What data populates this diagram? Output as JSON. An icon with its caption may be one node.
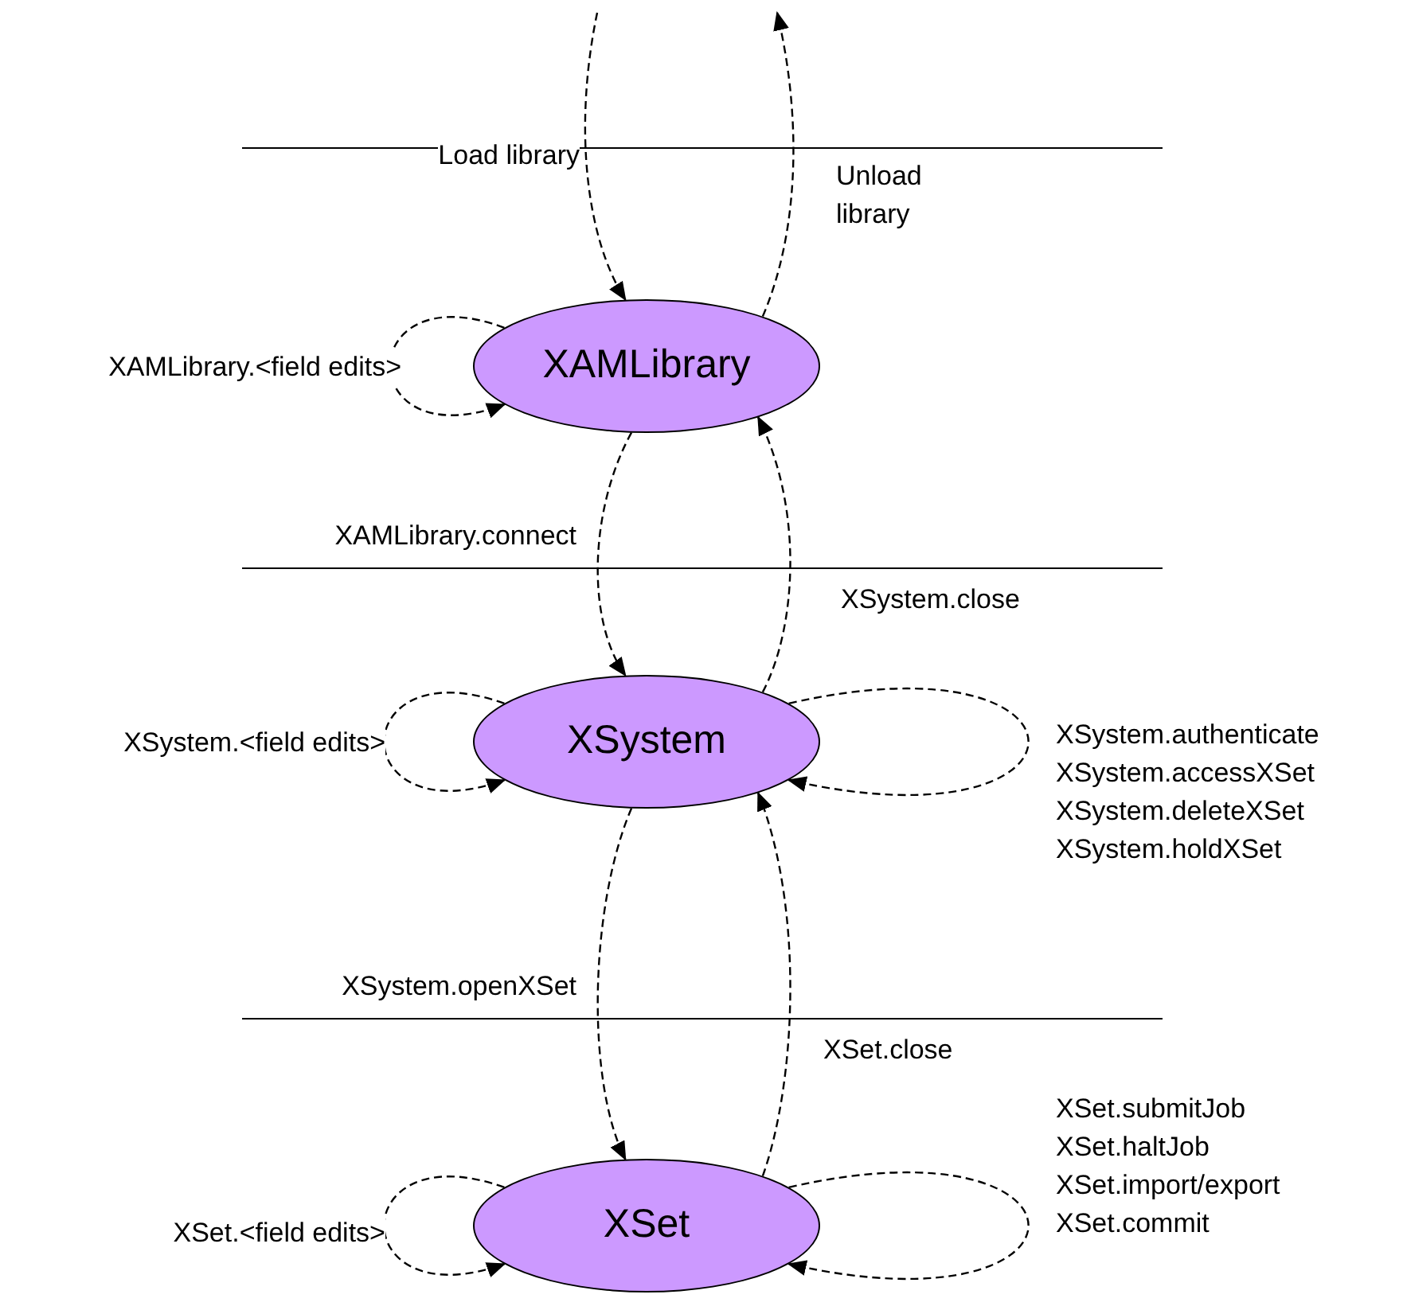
{
  "diagram": {
    "nodes": [
      {
        "text": [
          "XAMLibrary"
        ]
      },
      {
        "text": [
          "XSystem"
        ]
      },
      {
        "text": [
          "XSet"
        ]
      }
    ],
    "edges": [
      {
        "from": null,
        "to": 0,
        "arrow": "to",
        "label": "Load library",
        "style": "dashed"
      },
      {
        "from": 0,
        "to": null,
        "arrow": "to",
        "label": "Unload library",
        "style": "dashed"
      },
      {
        "from": 0,
        "to": 1,
        "arrow": "to",
        "label": "XAMLibrary.connect",
        "style": "dashed"
      },
      {
        "from": 1,
        "to": 0,
        "arrow": "to",
        "label": "XSystem.close",
        "style": "dashed"
      },
      {
        "from": 1,
        "to": 2,
        "arrow": "to",
        "label": "XSystem.openXSet",
        "style": "dashed"
      },
      {
        "from": 2,
        "to": 1,
        "arrow": "to",
        "label": "XSet.close",
        "style": "dashed"
      },
      {
        "from": 0,
        "to": 0,
        "arrow": "to",
        "label": "XAMLibrary.<field edits>",
        "style": "dashed"
      },
      {
        "from": 1,
        "to": 1,
        "arrow": "to",
        "label": "XSystem.<field edits>",
        "style": "dashed"
      },
      {
        "from": 1,
        "to": 1,
        "arrow": "to",
        "label": "XSystem.authenticate XSystem.accessXSet XSystem.deleteXSet XSystem.holdXSet",
        "style": "dashed"
      },
      {
        "from": 2,
        "to": 2,
        "arrow": "to",
        "label": "XSet.<field edits>",
        "style": "dashed"
      },
      {
        "from": 2,
        "to": 2,
        "arrow": "to",
        "label": "XSet.submitJob XSet.haltJob XSet.import/export XSet.commit",
        "style": "dashed"
      }
    ]
  }
}
